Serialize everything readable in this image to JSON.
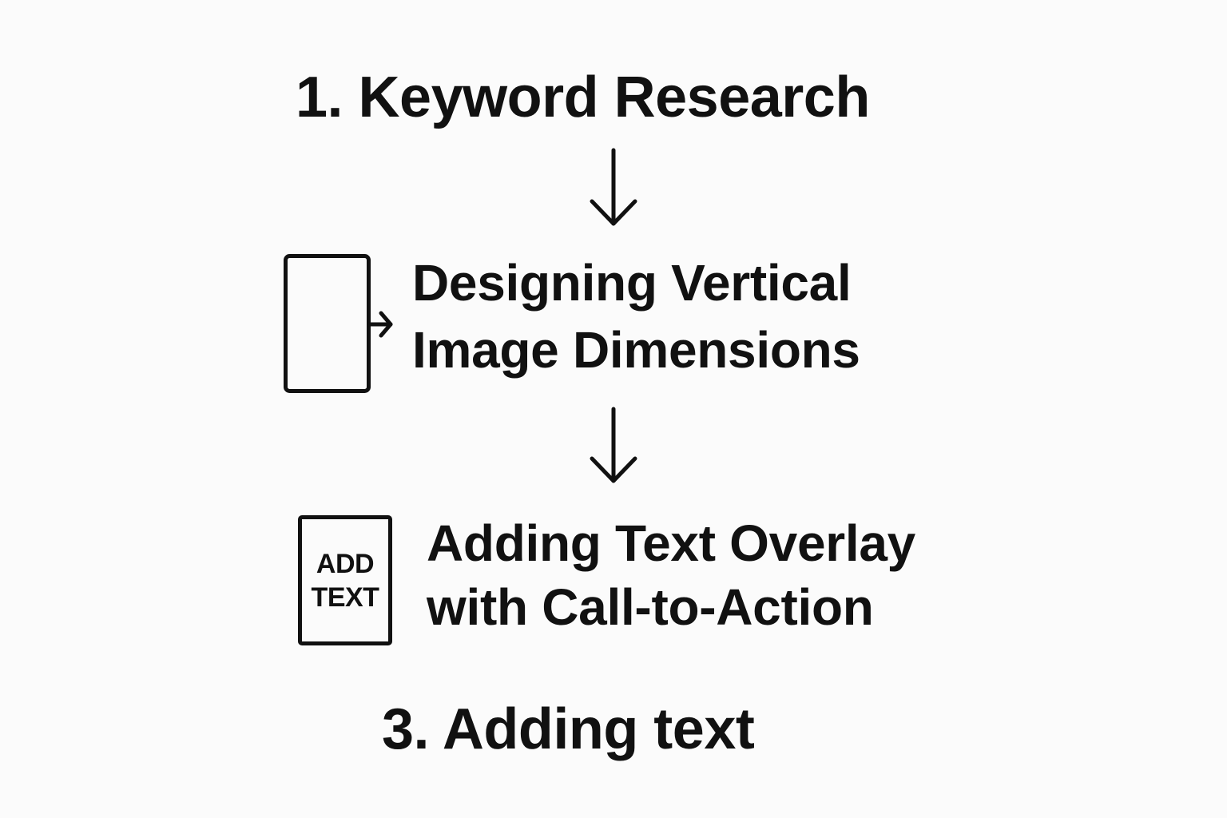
{
  "steps": [
    {
      "title": "1. Keyword Research"
    },
    {
      "lines": [
        "Designing Vertical",
        "Image Dimensions"
      ],
      "icon": "portrait-image-icon"
    },
    {
      "lines": [
        "Adding Text Overlay",
        "with Call-to-Action"
      ],
      "icon": "add-text-card-icon",
      "card_text": [
        "ADD",
        "TEXT"
      ]
    },
    {
      "title": "3. Adding text"
    }
  ],
  "connectors": [
    "down-arrow-icon",
    "down-arrow-icon"
  ],
  "colors": {
    "background": "#fbfbfb",
    "ink": "#111111"
  }
}
